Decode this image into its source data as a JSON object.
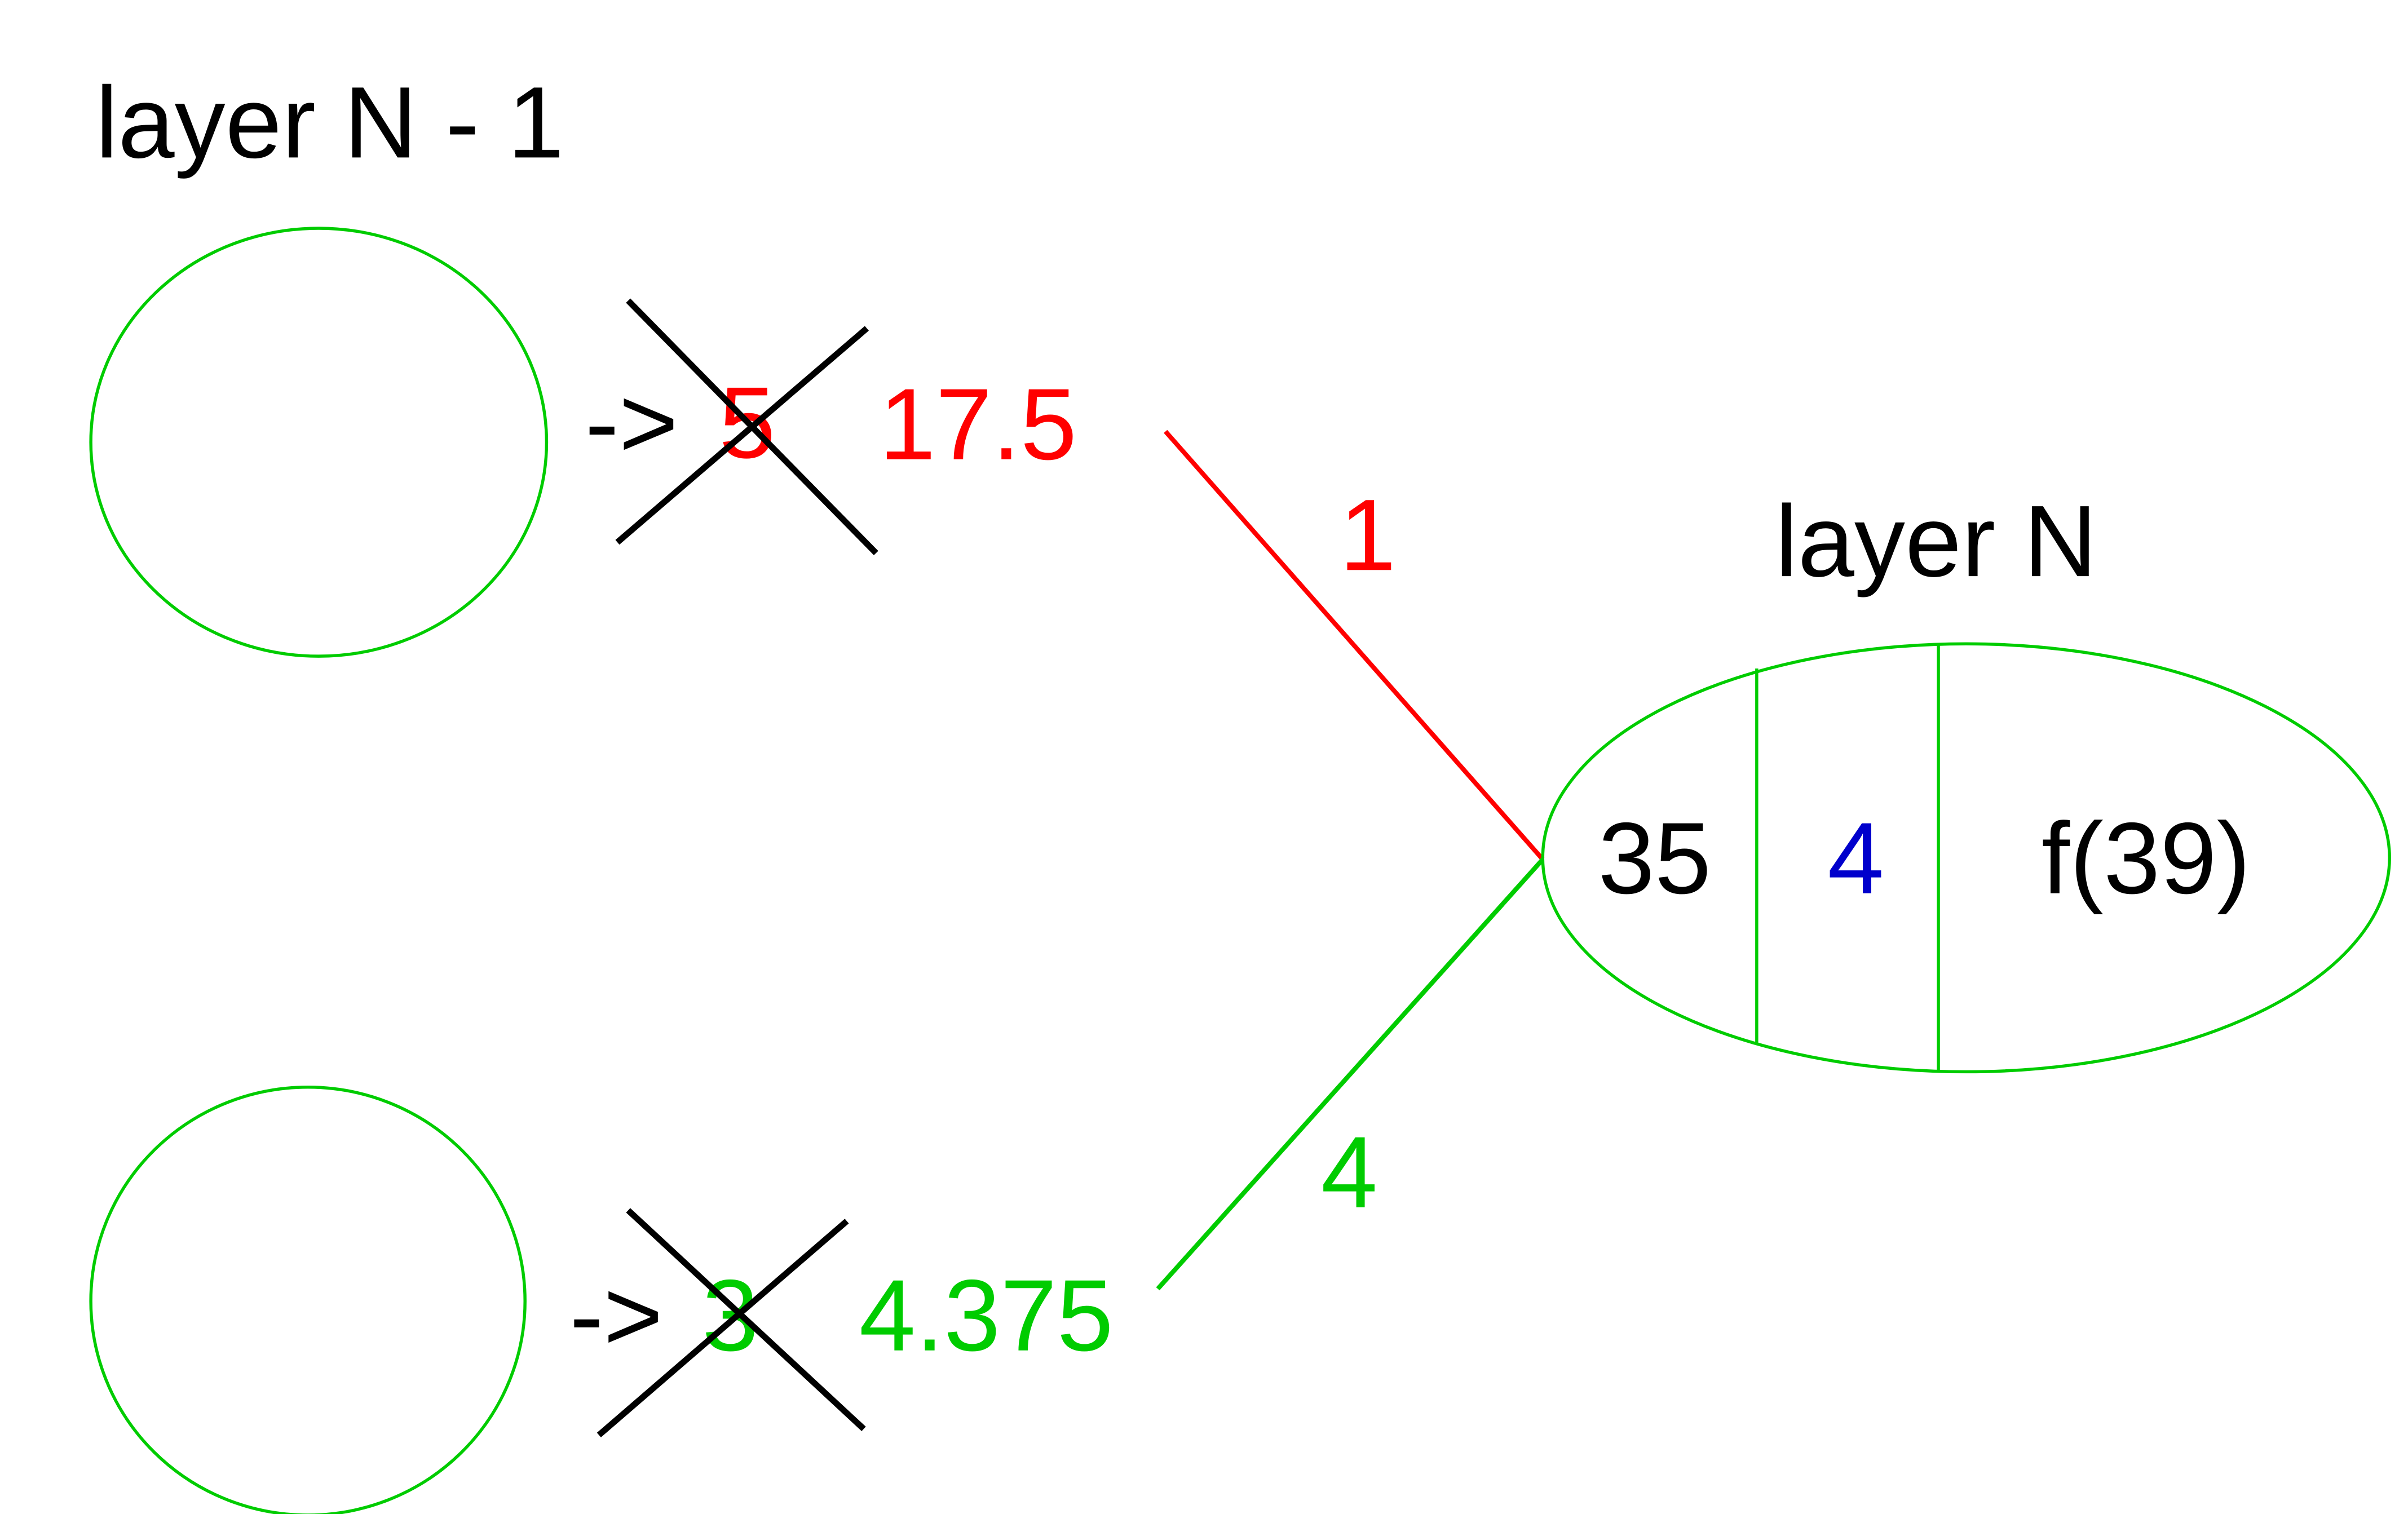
{
  "colors": {
    "background": "#ffffff",
    "node_outline": "#00cc00",
    "red": "#ff0000",
    "green": "#00cc00",
    "blue": "#0000cc",
    "black": "#000000"
  },
  "layers": {
    "prev_label": "layer N - 1",
    "current_label": "layer N"
  },
  "top_neuron": {
    "arrow": "->",
    "old_value": "5",
    "new_value": "17.5",
    "weight": "1"
  },
  "bottom_neuron": {
    "arrow": "->",
    "old_value": "3",
    "new_value": "4.375",
    "weight": "4"
  },
  "target_neuron": {
    "sum": "35",
    "bias": "4",
    "output": "f(39)"
  }
}
